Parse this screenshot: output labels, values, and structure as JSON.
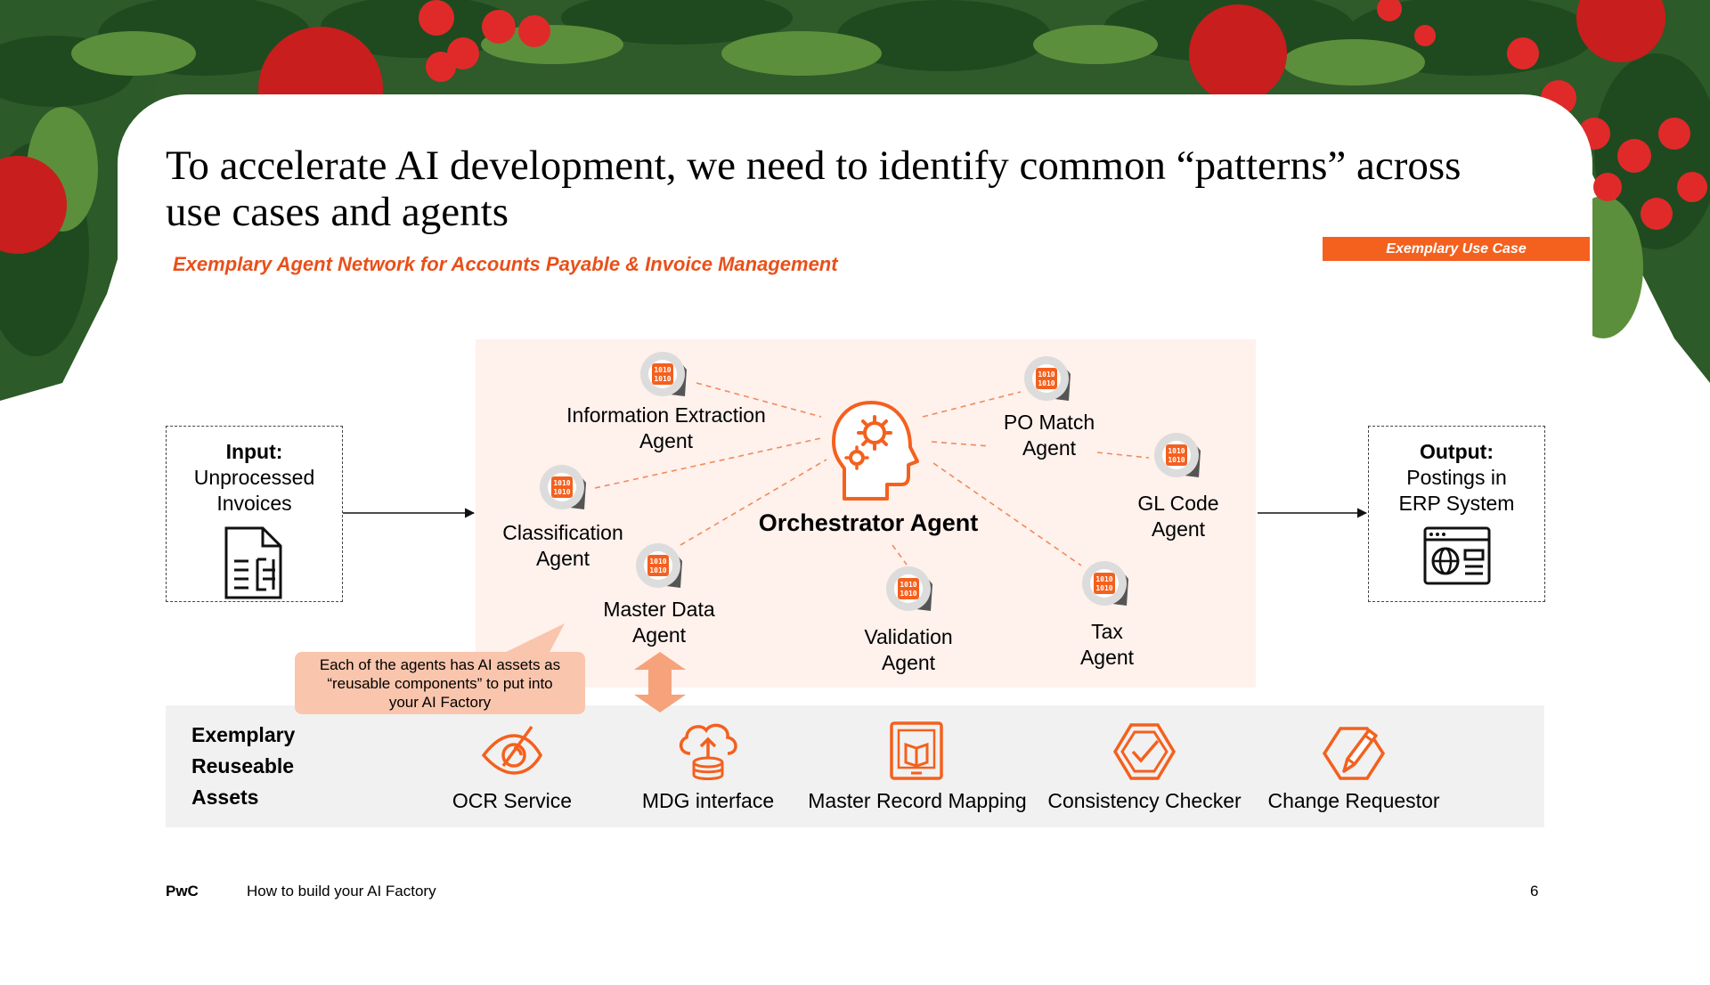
{
  "slide": {
    "title": "To accelerate AI development, we need to identify common “patterns” across use cases and agents",
    "subtitle": "Exemplary Agent Network for Accounts Payable & Invoice Management",
    "tag": "Exemplary Use Case"
  },
  "input": {
    "header": "Input:",
    "lines": [
      "Unprocessed",
      "Invoices"
    ],
    "icon": "document-icon"
  },
  "output": {
    "header": "Output:",
    "lines": [
      "Postings in",
      "ERP System"
    ],
    "icon": "web-window-icon"
  },
  "orchestrator": {
    "label": "Orchestrator Agent",
    "icon": "head-gears-icon"
  },
  "agents": [
    {
      "id": "information-extraction",
      "lines": [
        "Information Extraction",
        "Agent"
      ]
    },
    {
      "id": "classification",
      "lines": [
        "Classification",
        "Agent"
      ]
    },
    {
      "id": "master-data",
      "lines": [
        "Master Data",
        "Agent"
      ]
    },
    {
      "id": "validation",
      "lines": [
        "Validation",
        "Agent"
      ]
    },
    {
      "id": "tax",
      "lines": [
        "Tax",
        "Agent"
      ]
    },
    {
      "id": "po-match",
      "lines": [
        "PO Match",
        "Agent"
      ]
    },
    {
      "id": "gl-code",
      "lines": [
        "GL Code",
        "Agent"
      ]
    }
  ],
  "agent_icon_text": [
    "1010",
    "1010"
  ],
  "callout": {
    "lines": [
      "Each of the agents has AI assets as",
      "“reusable components” to put into",
      "your AI Factory"
    ]
  },
  "assets": {
    "title_lines": [
      "Exemplary",
      "Reuseable",
      "Assets"
    ],
    "items": [
      {
        "label": "OCR Service",
        "icon": "eye-scan-icon"
      },
      {
        "label": "MDG interface",
        "icon": "cloud-upload-database-icon"
      },
      {
        "label": "Master Record Mapping",
        "icon": "book-tablet-icon"
      },
      {
        "label": "Consistency Checker",
        "icon": "hexagon-check-icon"
      },
      {
        "label": "Change Requestor",
        "icon": "hexagon-pencil-icon"
      }
    ]
  },
  "footer": {
    "brand": "PwC",
    "title": "How to build your AI Factory",
    "page": "6"
  },
  "colors": {
    "accent": "#f4601e",
    "accent_dark": "#e8501a",
    "panel": "#fff1ec",
    "band": "#f1f1f1",
    "callout": "#f9c5ad"
  }
}
